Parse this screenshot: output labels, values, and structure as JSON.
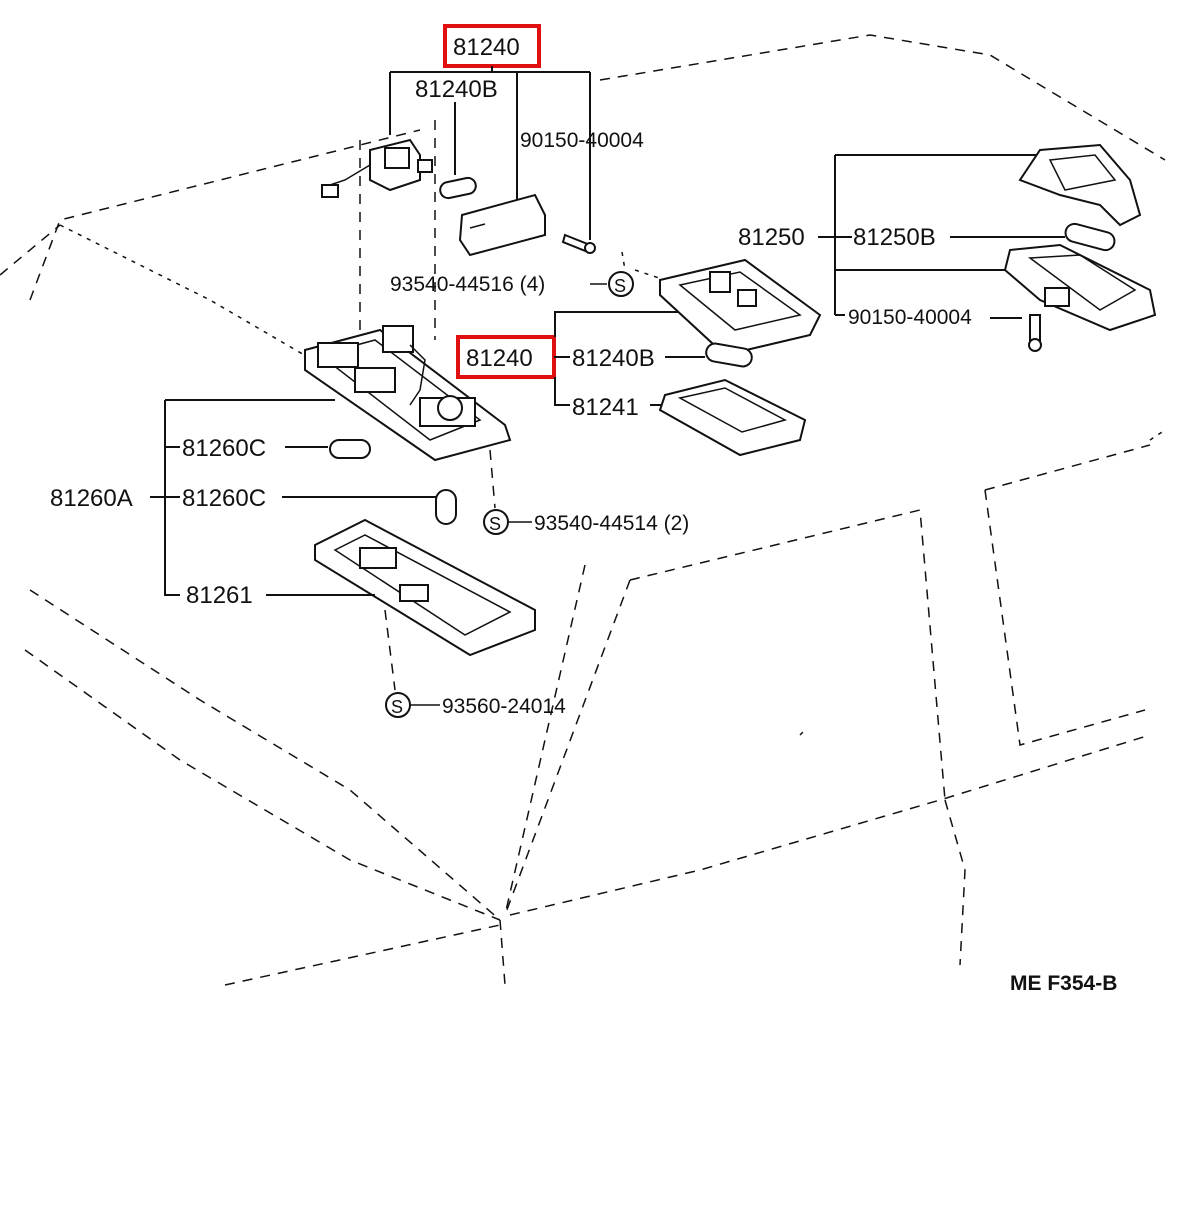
{
  "labels": {
    "top_81240": "81240",
    "top_81240B": "81240B",
    "top_90150": "90150-40004",
    "s_93540_44516": "93540-44516 (4)",
    "mid_81240": "81240",
    "mid_81240B": "81240B",
    "mid_81241": "81241",
    "right_81250": "81250",
    "right_81250B": "81250B",
    "right_90150": "90150-40004",
    "left_81260C_a": "81260C",
    "left_81260A": "81260A",
    "left_81260C_b": "81260C",
    "s_93540_44514": "93540-44514 (2)",
    "left_81261": "81261",
    "s_93560_24014": "93560-24014",
    "ref_code": "ME  F354-B"
  },
  "symbols": {
    "s": "S"
  },
  "colors": {
    "highlight": "#e01010",
    "ink": "#111111",
    "background": "#ffffff"
  }
}
